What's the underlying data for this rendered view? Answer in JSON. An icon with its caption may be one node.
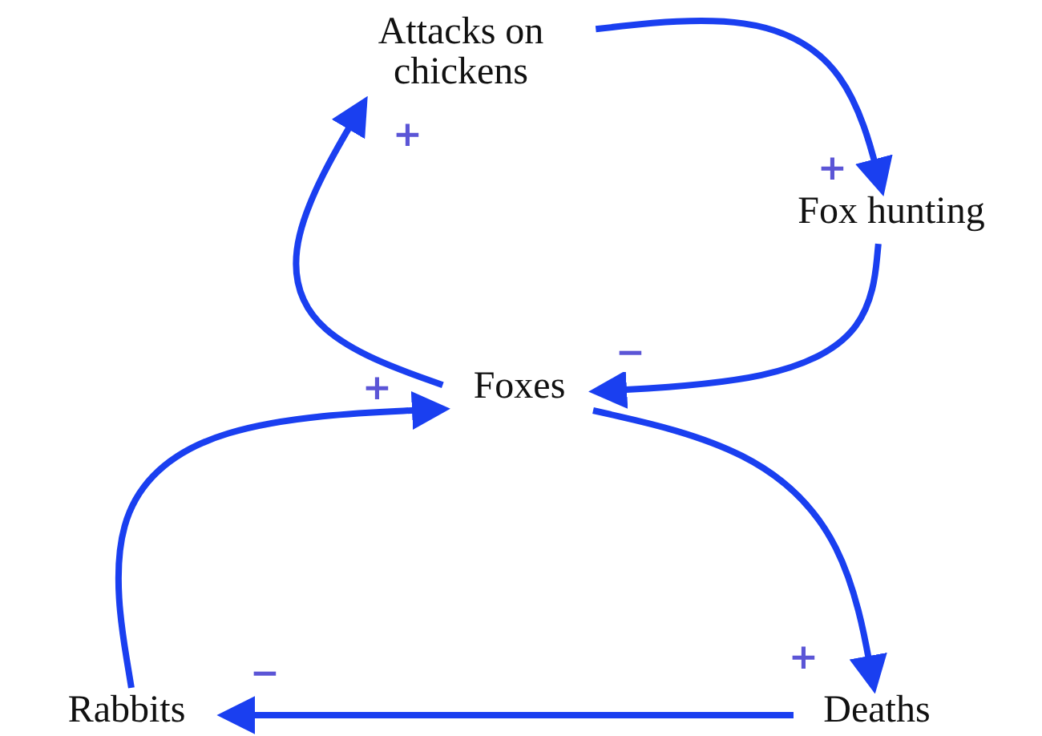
{
  "diagram": {
    "nodes": [
      {
        "text": [
          "Attacks on chickens"
        ]
      },
      {
        "text": [
          "Fox hunting"
        ]
      },
      {
        "text": [
          "Foxes"
        ]
      },
      {
        "text": [
          "Rabbits"
        ]
      },
      {
        "text": [
          "Deaths"
        ]
      }
    ],
    "edges": [
      {
        "from": 0,
        "to": 1,
        "arrow": "to",
        "label": "+"
      },
      {
        "from": 1,
        "to": 2,
        "arrow": "to",
        "label": "−"
      },
      {
        "from": 2,
        "to": 0,
        "arrow": "to",
        "label": "+"
      },
      {
        "from": 3,
        "to": 2,
        "arrow": "to",
        "label": "+"
      },
      {
        "from": 2,
        "to": 4,
        "arrow": "to",
        "label": "+"
      },
      {
        "from": 4,
        "to": 3,
        "arrow": "to",
        "label": "−"
      }
    ]
  }
}
